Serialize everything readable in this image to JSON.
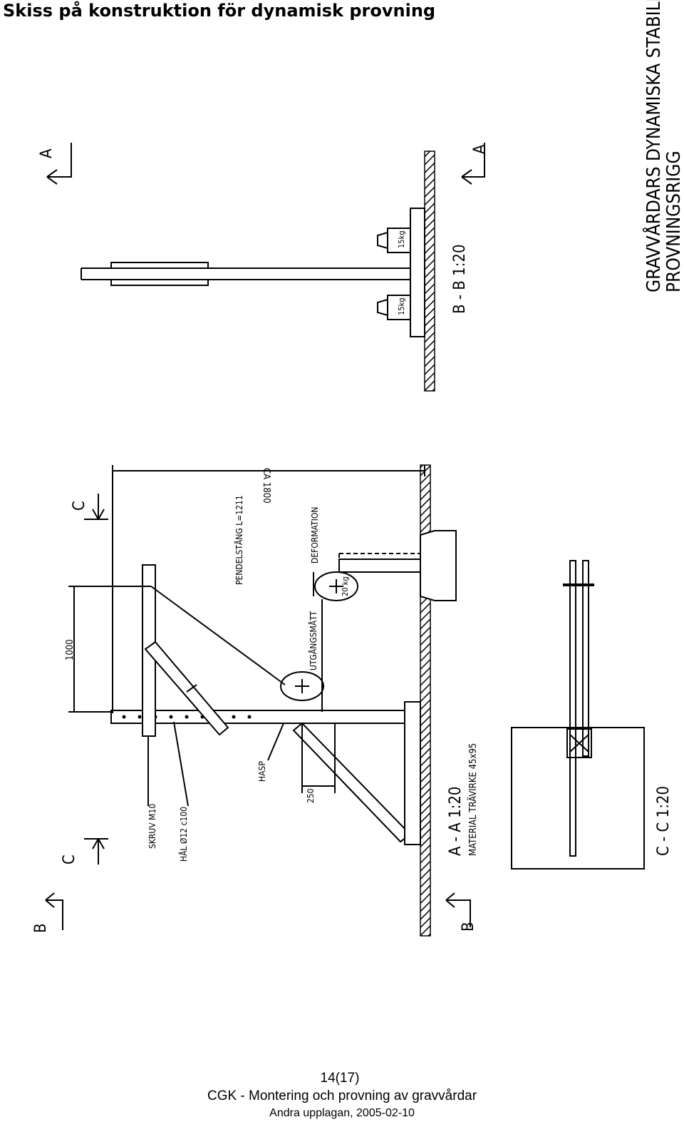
{
  "document": {
    "title": "Skiss på konstruktion för dynamisk provning"
  },
  "drawing": {
    "title_line1": "GRAVVÅRDARS DYNAMISKA STABILITET",
    "title_line2": "PROVNINGSRIGG",
    "section_aa": "A - A   1:20",
    "material": "MATERIAL TRÄVIRKE 45x95",
    "section_bb": "B - B   1:20",
    "section_cc": "C - C   1:20",
    "marker_a": "A",
    "marker_b": "B",
    "marker_c": "C",
    "dim_1000": "1000",
    "dim_ca1800": "CA 1800",
    "dim_250": "250",
    "label_pendel": "PENDELSTÅNG L=1211",
    "label_deformation": "DEFORMATION",
    "label_utgang": "UTGÅNGSMÅTT",
    "label_hasp": "HASP",
    "label_skruv": "SKRUV M10",
    "label_hal": "HÅL Ø12 c100",
    "weight_20": "20 kg",
    "weight_15a": "15kg",
    "weight_15b": "15kg"
  },
  "footer": {
    "page": "14(17)",
    "title": "CGK - Montering och provning av gravvårdar",
    "edition": "Andra upplagan, 2005-02-10"
  }
}
